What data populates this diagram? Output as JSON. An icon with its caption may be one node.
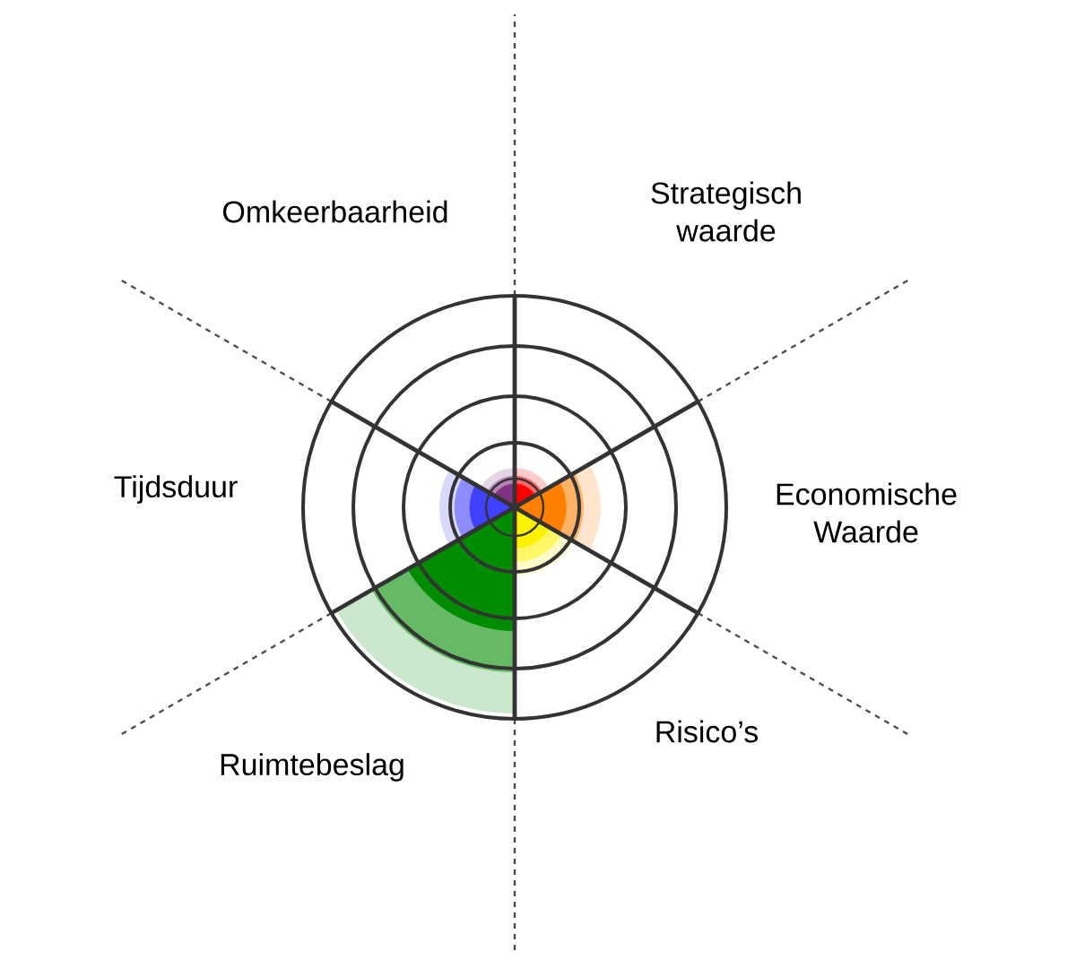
{
  "diagram": {
    "labels": [
      "Omkeerbaarheid",
      "Strategisch waarde",
      "Tijdsduur",
      "Economische Waarde",
      "Ruimtebeslag",
      "Risico’s"
    ]
  }
}
